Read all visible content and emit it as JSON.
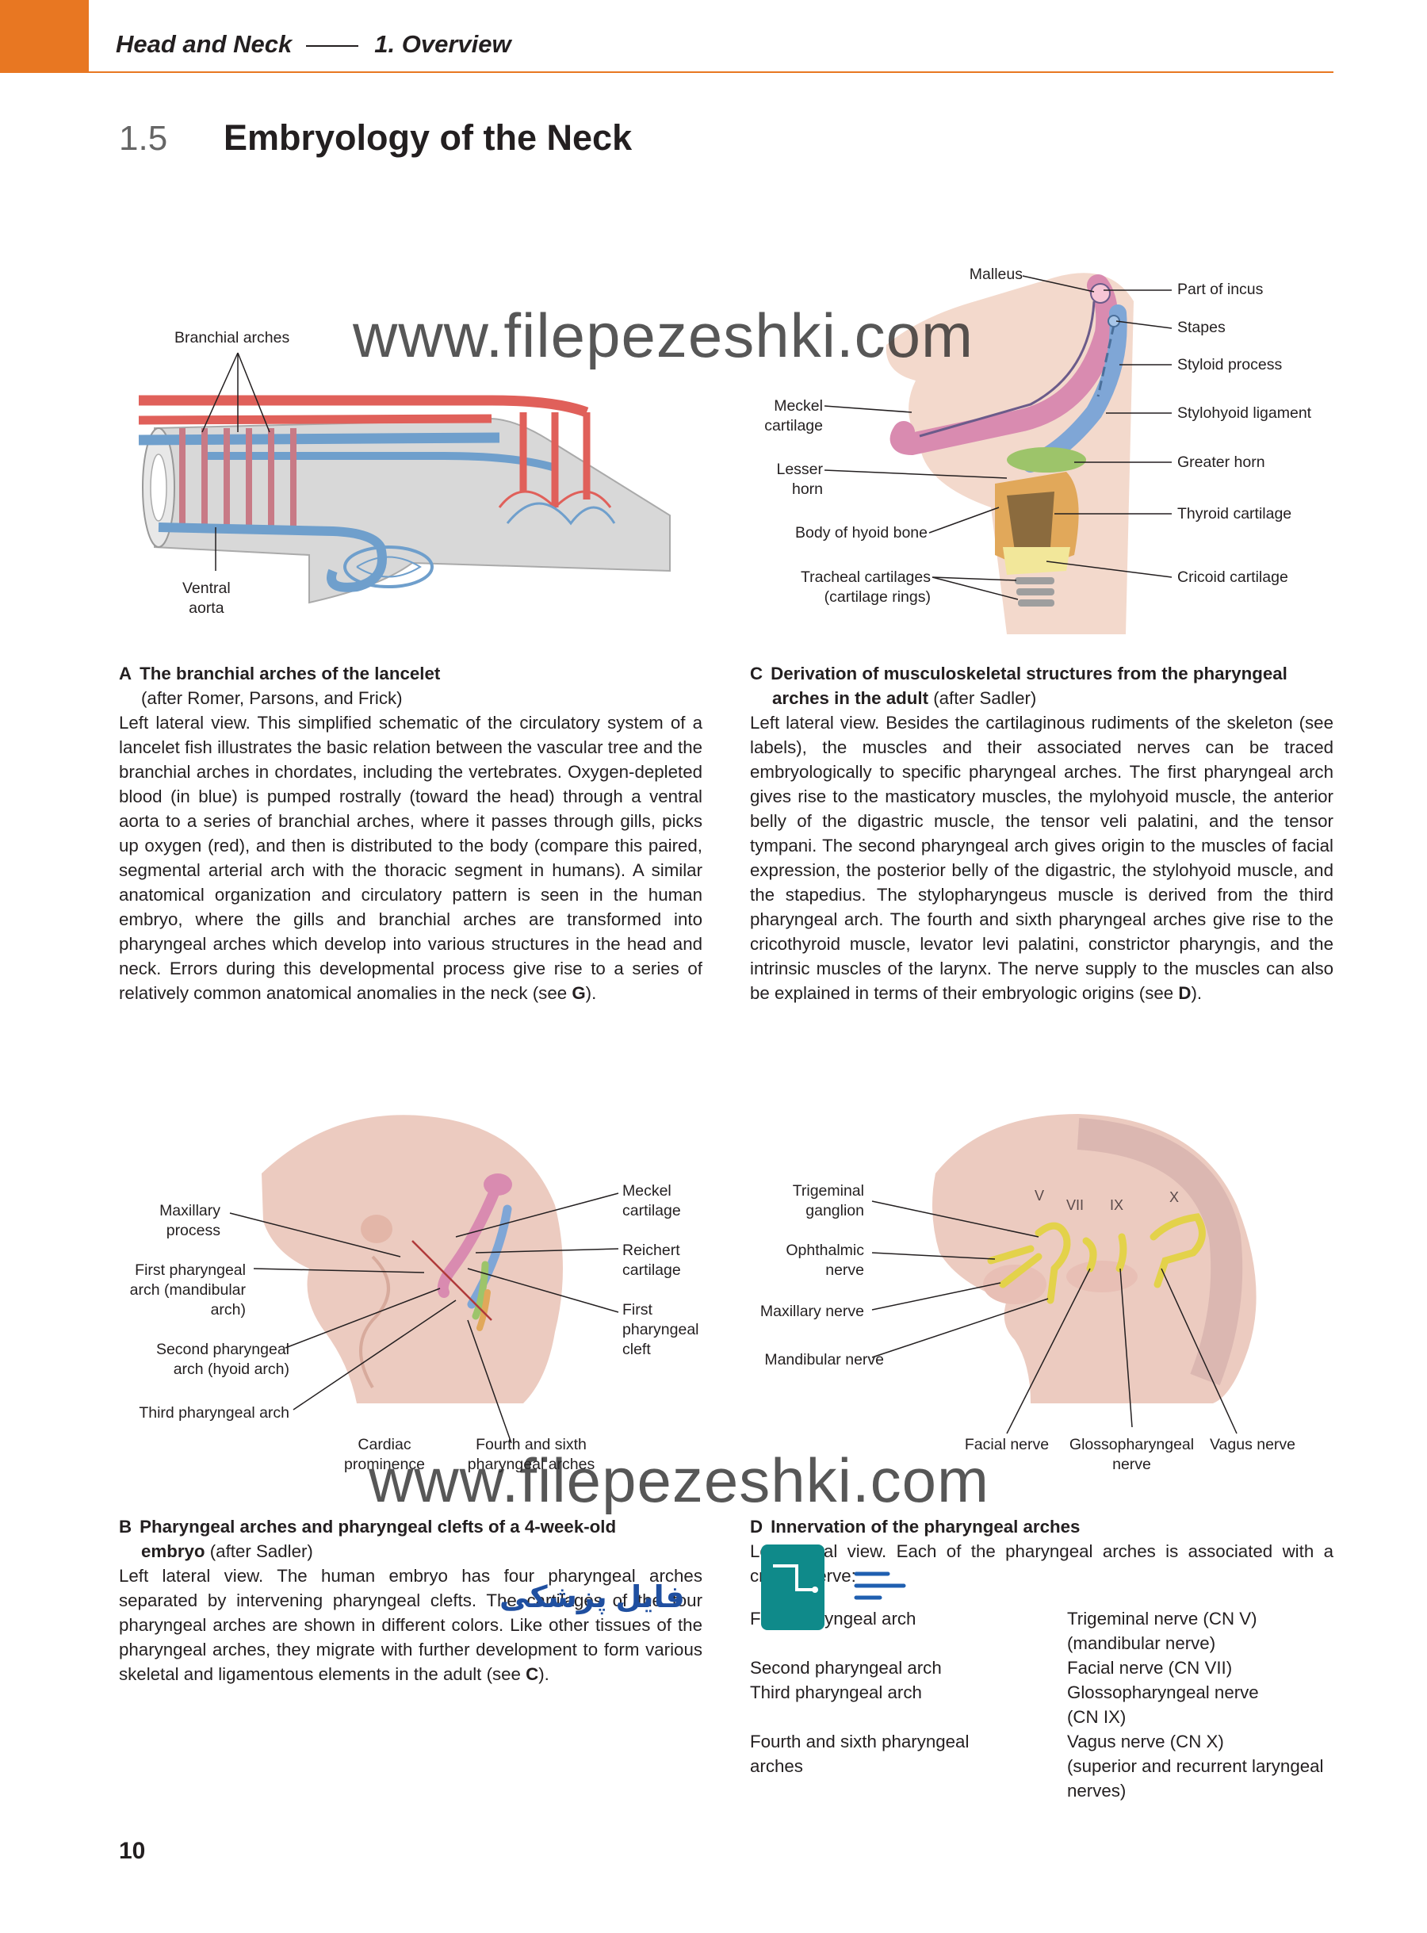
{
  "header": {
    "chapter": "Head and Neck",
    "section": "1.  Overview"
  },
  "section": {
    "number": "1.5",
    "title": "Embryology of the Neck"
  },
  "watermark": "www.filepezeshki.com",
  "logo": {
    "text": "فایل پزشکی"
  },
  "figA": {
    "labels": {
      "branchial_arches": "Branchial arches",
      "ventral_aorta": "Ventral\naorta"
    },
    "caption": {
      "letter": "A",
      "title": "The branchial arches of the lancelet",
      "source": "(after Romer, Parsons, and Frick)",
      "body_parts": [
        "Left lateral view. This simplified schematic of the circulatory system of a lancelet fish illustrates the basic relation between the vascular tree and the branchial arches in chordates, including the vertebrates. Oxygen-depleted blood (in blue) is pumped rostrally (toward the head) through a ventral aorta to a series of branchial arches, where it passes through gills, picks up oxygen (red), and then is distributed to the body (compare this paired, segmental arterial arch with the thoracic segment in humans). A similar anatomical organization and circulatory pattern is seen in the human embryo, where the gills and branchial arches are transformed into pharyngeal arches which develop into various structures in the head and neck. Errors during this developmental process give rise to a series of relatively common anatomical anomalies in the neck (see ",
        "G",
        ")."
      ]
    }
  },
  "figC": {
    "labels": {
      "malleus": "Malleus",
      "part_of_incus": "Part of incus",
      "stapes": "Stapes",
      "styloid_process": "Styloid process",
      "meckel_cartilage": "Meckel\ncartilage",
      "stylohyoid_ligament": "Stylohyoid ligament",
      "greater_horn": "Greater horn",
      "lesser_horn": "Lesser\nhorn",
      "thyroid_cartilage": "Thyroid cartilage",
      "body_of_hyoid_bone": "Body of hyoid bone",
      "cricoid_cartilage": "Cricoid cartilage",
      "tracheal_cartilages": "Tracheal cartilages\n(cartilage rings)"
    },
    "caption": {
      "letter": "C",
      "title": "Derivation of musculoskeletal structures from the pharyngeal",
      "title2": "arches in the adult",
      "source": "(after Sadler)",
      "body_parts": [
        "Left lateral view. Besides the cartilaginous rudiments of the skeleton (see labels), the muscles and their associated nerves can be traced embryologically to specific pharyngeal arches. The first pharyngeal arch gives rise to the masticatory muscles, the mylohyoid muscle, the anterior belly of the digastric muscle, the tensor veli palatini, and the tensor tympani. The second pharyngeal arch gives origin to the muscles of facial expression, the posterior belly of the digastric, the stylohyoid muscle, and the stapedius. The stylopharyngeus muscle is derived from the third pharyngeal arch. The fourth and sixth pharyngeal arches give rise to the cricothyroid muscle, levator levi palatini, constrictor pharyngis, and the intrinsic muscles of the larynx. The nerve supply to the muscles can also be explained in terms of their embryologic origins (see ",
        "D",
        ")."
      ]
    }
  },
  "figB": {
    "labels": {
      "maxillary_process": "Maxillary\nprocess",
      "first_arch": "First pharyngeal\narch (mandibular\narch)",
      "second_arch": "Second pharyngeal\narch (hyoid arch)",
      "third_arch": "Third pharyngeal arch",
      "cardiac_prominence": "Cardiac\nprominence",
      "fourth_sixth": "Fourth and sixth\npharyngeal arches",
      "meckel_cartilage": "Meckel\ncartilage",
      "reichert_cartilage": "Reichert\ncartilage",
      "first_cleft": "First\npharyngeal\ncleft"
    },
    "caption": {
      "letter": "B",
      "title": "Pharyngeal arches and pharyngeal clefts of a 4-week-old",
      "title2": "embryo",
      "source": "(after Sadler)",
      "body_parts": [
        "Left lateral view. The human embryo has four pharyngeal arches separated by intervening pharyngeal clefts. The cartilages of the four pharyngeal arches are shown in different colors. Like other tissues of the pharyngeal arches, they migrate with further development to form various skeletal and ligamentous elements in the adult (see ",
        "C",
        ")."
      ]
    }
  },
  "figD": {
    "labels": {
      "trigeminal_ganglion": "Trigeminal\nganglion",
      "ophthalmic_nerve": "Ophthalmic\nnerve",
      "maxillary_nerve": "Maxillary nerve",
      "mandibular_nerve": "Mandibular nerve",
      "facial_nerve": "Facial nerve",
      "glossopharyngeal_nerve": "Glossopharyngeal\nnerve",
      "vagus_nerve": "Vagus nerve",
      "roman_v": "V",
      "roman_vii": "VII",
      "roman_ix": "IX",
      "roman_x": "X"
    },
    "caption": {
      "letter": "D",
      "title": "Innervation of the pharyngeal arches",
      "intro": "Left lateral view. Each of the pharyngeal arches is associated with a cranial nerve:",
      "rows": [
        {
          "arch": "First pharyngeal arch",
          "nerve": "Trigeminal nerve (CN V)\n(mandibular nerve)"
        },
        {
          "arch": "Second pharyngeal arch",
          "nerve": "Facial nerve (CN VII)"
        },
        {
          "arch": "Third pharyngeal arch",
          "nerve": "Glossopharyngeal nerve\n(CN IX)"
        },
        {
          "arch": "Fourth and sixth pharyngeal\narches",
          "nerve": "Vagus nerve (CN X)\n(superior and recurrent laryngeal nerves)"
        }
      ]
    }
  },
  "page_number": "10",
  "colors": {
    "accent": "#e87722",
    "artery": "#e0605a",
    "vein": "#6f9fcc",
    "skin": "#f2d3c8",
    "meckel": "#d98bb0",
    "reichert": "#7fa6d6",
    "third_arch": "#9dc46a",
    "fourth_arch": "#e1a85a",
    "nerve": "#e3d24a"
  }
}
